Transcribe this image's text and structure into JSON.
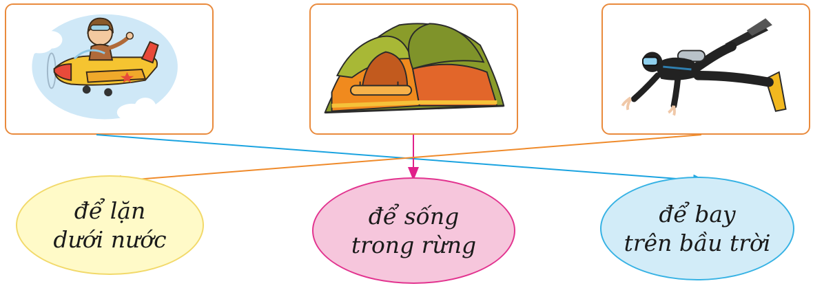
{
  "cards": [
    {
      "id": "plane",
      "subject": "pilot in airplane"
    },
    {
      "id": "tent",
      "subject": "camping tent"
    },
    {
      "id": "diver",
      "subject": "scuba diver"
    }
  ],
  "bubbles": {
    "underwater": {
      "line1": "để lặn",
      "line2": "dưới nước"
    },
    "forest": {
      "line1": "để sống",
      "line2": "trong rừng"
    },
    "sky": {
      "line1": "để bay",
      "line2": "trên bầu trời"
    }
  },
  "connections": [
    {
      "from": "plane",
      "to": "sky",
      "color": "#1aa3e0"
    },
    {
      "from": "tent",
      "to": "forest",
      "color": "#e0208a"
    },
    {
      "from": "diver",
      "to": "underwater",
      "color": "#ef8a2a"
    }
  ],
  "colors": {
    "card_border": "#e98a3c",
    "underwater_fill": "#fffac8",
    "forest_fill": "#f6c6dc",
    "sky_fill": "#d2ecf8"
  }
}
